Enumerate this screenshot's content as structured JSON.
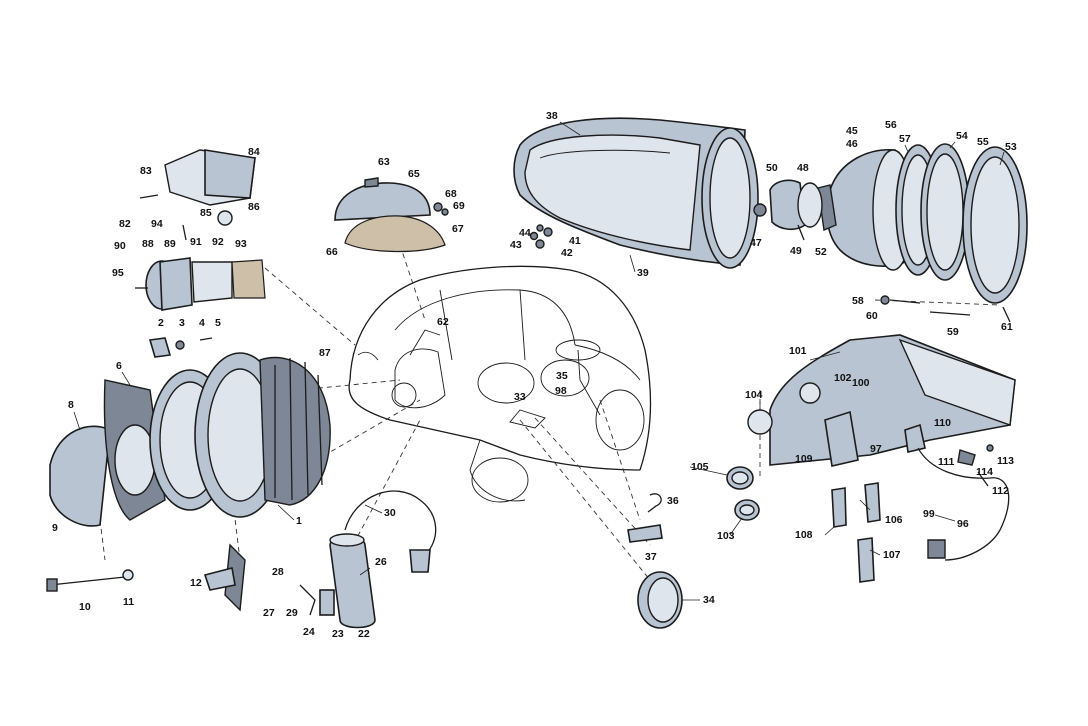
{
  "diagram": {
    "background": "#ffffff",
    "part_color": "#b9c4d3",
    "line_color": "#1c1c1c",
    "callouts": {
      "c1": "1",
      "c2": "2",
      "c3": "3",
      "c4": "4",
      "c5": "5",
      "c6": "6",
      "c8": "8",
      "c9": "9",
      "c10": "10",
      "c11": "11",
      "c12": "12",
      "c22": "22",
      "c23": "23",
      "c24": "24",
      "c26": "26",
      "c27": "27",
      "c28": "28",
      "c29": "29",
      "c30": "30",
      "c33": "33",
      "c34": "34",
      "c35": "35",
      "c36": "36",
      "c37": "37",
      "c38": "38",
      "c39": "39",
      "c41": "41",
      "c42": "42",
      "c43": "43",
      "c44": "44",
      "c45": "45",
      "c46": "46",
      "c47": "47",
      "c48": "48",
      "c49": "49",
      "c50": "50",
      "c52": "52",
      "c53": "53",
      "c54": "54",
      "c55": "55",
      "c56": "56",
      "c57": "57",
      "c58": "58",
      "c59": "59",
      "c60": "60",
      "c61": "61",
      "c62": "62",
      "c63": "63",
      "c65": "65",
      "c66": "66",
      "c67": "67",
      "c68": "68",
      "c69": "69",
      "c82": "82",
      "c83": "83",
      "c84": "84",
      "c85": "85",
      "c86": "86",
      "c87": "87",
      "c88": "88",
      "c89": "89",
      "c90": "90",
      "c91": "91",
      "c92": "92",
      "c93": "93",
      "c94": "94",
      "c95": "95",
      "c96": "96",
      "c97": "97",
      "c98": "98",
      "c99": "99",
      "c100": "100",
      "c101": "101",
      "c102": "102",
      "c103": "103",
      "c104": "104",
      "c105": "105",
      "c106": "106",
      "c107": "107",
      "c108": "108",
      "c109": "109",
      "c110": "110",
      "c111": "111",
      "c112": "112",
      "c113": "113",
      "c114": "114"
    }
  }
}
